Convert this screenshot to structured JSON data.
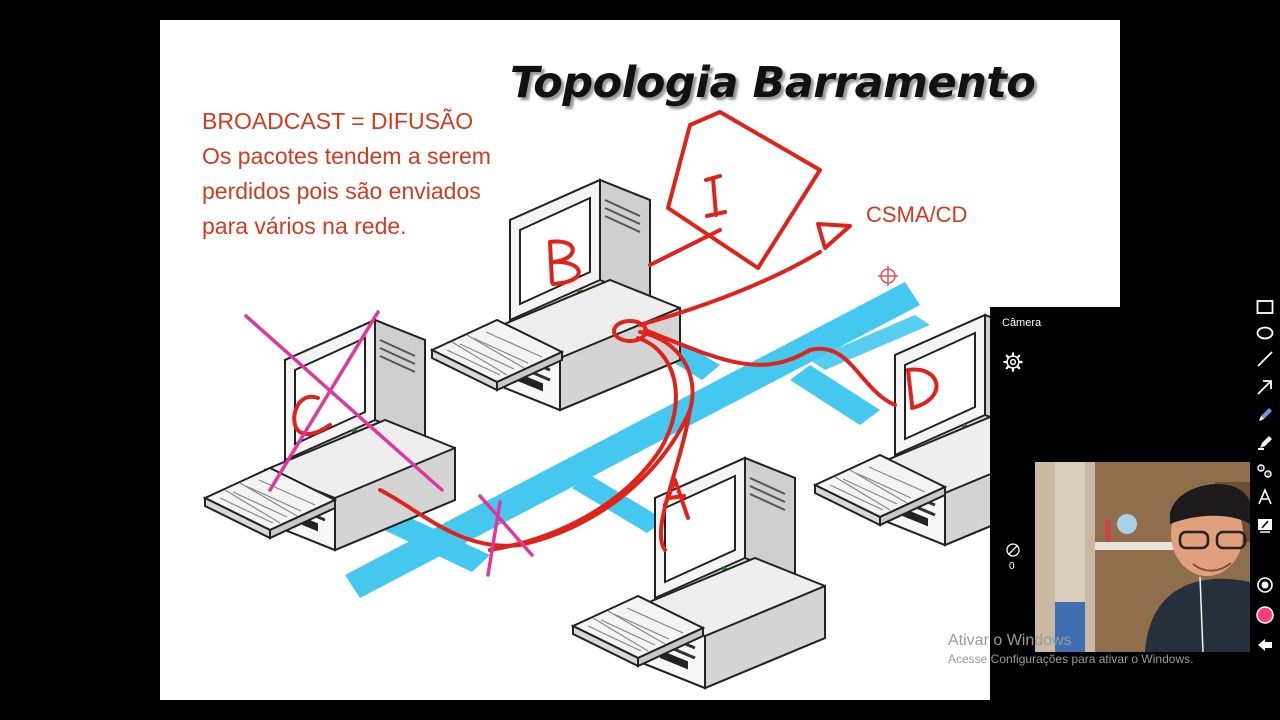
{
  "slide": {
    "title": "Topologia Barramento",
    "note_lines": [
      "BROADCAST = DIFUSÃO",
      "Os pacotes tendem a serem",
      "perdidos pois são enviados",
      "para vários na rede."
    ],
    "annotation_csma": "CSMA/CD",
    "computer_labels": [
      "B",
      "C",
      "D",
      "A"
    ],
    "box_label": "1",
    "colors": {
      "bus": "#44c8f0",
      "ink_red": "#e0231a",
      "ink_magenta": "#e0379a"
    }
  },
  "camera": {
    "title": "Câmera",
    "recording_count": "0"
  },
  "watermark": {
    "line1": "Ativar o Windows",
    "line2": "Acesse Configurações para ativar o Windows."
  },
  "toolbar": {
    "tools": [
      "rectangle-icon",
      "ellipse-icon",
      "line-icon",
      "arrow-icon",
      "pen-icon",
      "highlighter-icon",
      "stamp-icon",
      "text-icon",
      "clear-icon",
      "pointer-icon",
      "color-swatch-icon",
      "undo-icon"
    ],
    "active_color": "#ff3d7f"
  }
}
